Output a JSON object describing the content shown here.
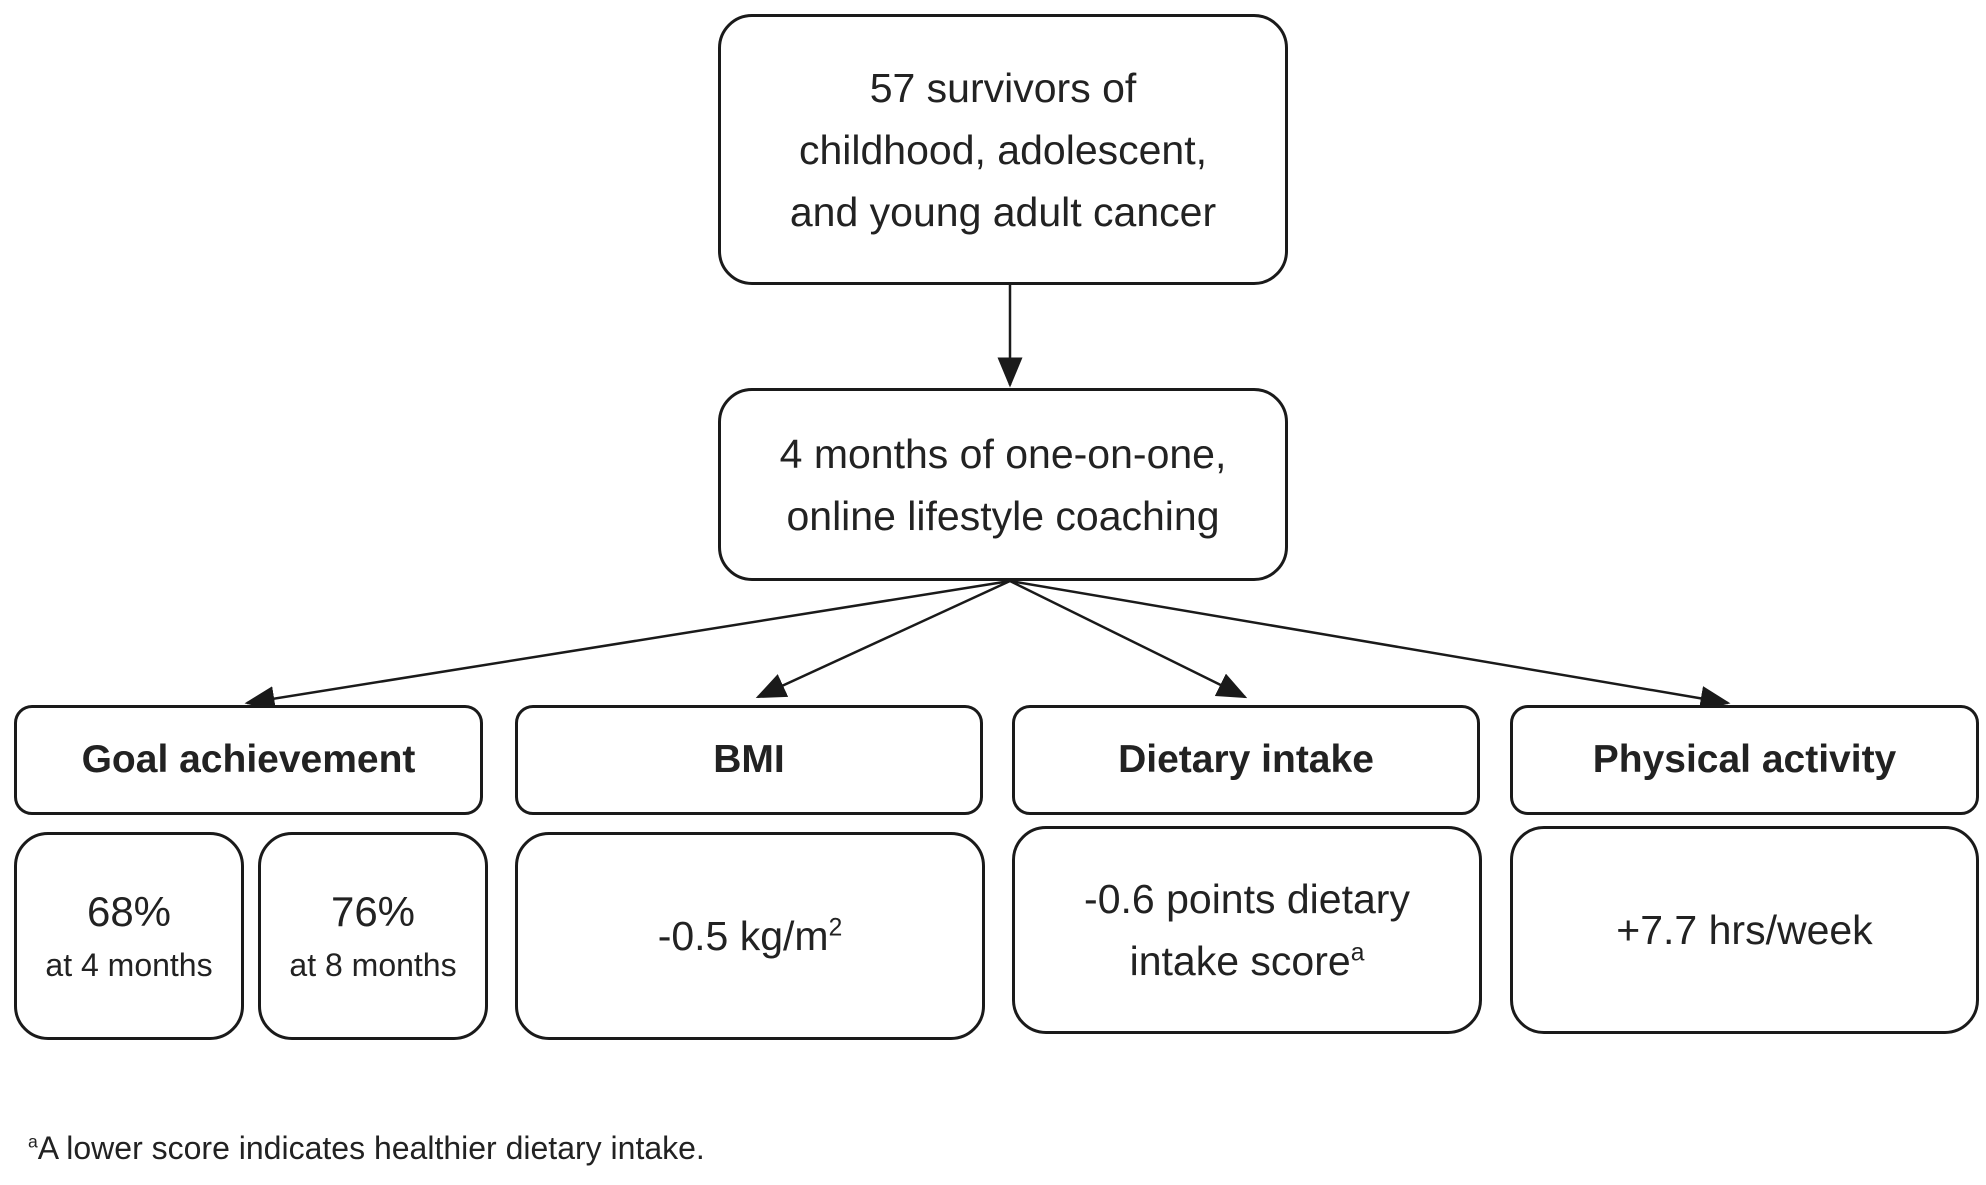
{
  "top_box": {
    "lines": [
      "57 survivors of",
      "childhood, adolescent,",
      "and young adult cancer"
    ]
  },
  "middle_box": {
    "lines": [
      "4 months of one-on-one,",
      "online lifestyle coaching"
    ]
  },
  "categories": {
    "goal": {
      "label": "Goal achievement"
    },
    "bmi": {
      "label": "BMI"
    },
    "diet": {
      "label": "Dietary intake"
    },
    "activity": {
      "label": "Physical activity"
    }
  },
  "results": {
    "goal_4": {
      "value": "68%",
      "caption": "at 4 months"
    },
    "goal_8": {
      "value": "76%",
      "caption": "at 8 months"
    },
    "bmi": {
      "value": "-0.5 kg/m",
      "superscript": "2"
    },
    "diet": {
      "line1": "-0.6 points dietary",
      "line2": "intake score",
      "superscript": "a"
    },
    "activity": {
      "value": "+7.7 hrs/week"
    }
  },
  "footnote": {
    "marker": "a",
    "text": "A lower score indicates healthier dietary intake."
  },
  "colors": {
    "stroke": "#1a1a1a",
    "text": "#222222"
  }
}
